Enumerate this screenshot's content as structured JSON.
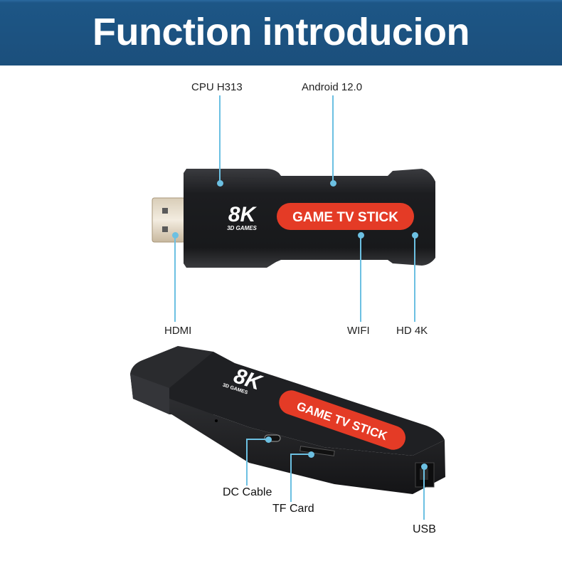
{
  "banner": {
    "title": "Function introducion",
    "background": "#1b4f7c"
  },
  "product": {
    "logo_main": "8K",
    "logo_sub": "3D GAMES",
    "badge_text": "GAME TV STICK",
    "badge_color": "#e43b26",
    "body_color": "#1f2023"
  },
  "top_view_labels": {
    "cpu": "CPU H313",
    "android": "Android 12.0",
    "hdmi": "HDMI",
    "wifi": "WIFI",
    "hd4k": "HD 4K"
  },
  "side_view_labels": {
    "dc_cable": "DC Cable",
    "tf_card": "TF Card",
    "usb": "USB"
  },
  "accent_line_color": "#6cc0e2"
}
